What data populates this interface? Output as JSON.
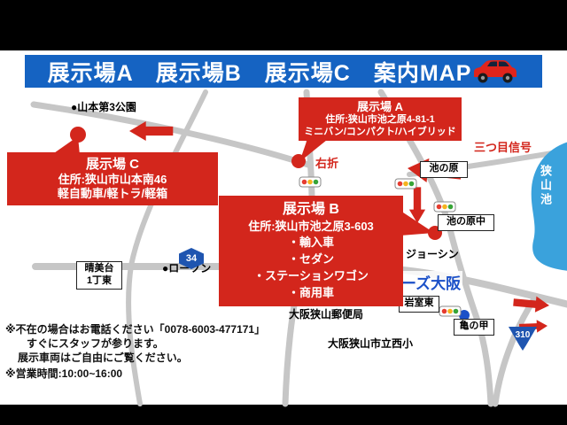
{
  "header": {
    "title": "展示場A　展示場B　展示場C　案内MAP"
  },
  "exhibits": {
    "a": {
      "title": "展示場 A",
      "address": "住所:狭山市池之原4-81-1",
      "vehicles": "ミニバン/コンパクト/ハイブリッド"
    },
    "b": {
      "title": "展示場 B",
      "address": "住所:狭山市池之原3-603",
      "vehicles": [
        "・輸入車",
        "・セダン",
        "・ステーションワゴン",
        "・商用車"
      ]
    },
    "c": {
      "title": "展示場 C",
      "address": "住所:狭山市山本南46",
      "vehicles": "軽自動車/軽トラ/軽箱"
    }
  },
  "map": {
    "labels": {
      "park": "●山本第3公園",
      "mitsume": "三つ目信号",
      "usetsu": "右折",
      "ikenohara": "池の原",
      "ikenohara_naka": "池の原中",
      "joshin": "ジョーシン",
      "harumidai_1": "晴美台",
      "harumidai_2": "1丁東",
      "lawson": "●ローソン",
      "cars_osaka": "カーズ大阪",
      "iwamuro": "岩室東",
      "post_office": "大阪狭山郵便局",
      "kamenoko": "亀の甲",
      "nishi_sho": "大阪狭山市立西小",
      "lake": "狭山池"
    },
    "route_signs": {
      "r34": "34",
      "r310": "310"
    }
  },
  "notes": {
    "line1": "※不在の場合はお電話ください「0078-6003-477171」",
    "line2": "すぐにスタッフが参ります。",
    "line3": "展示車両はご自由にご覧ください。",
    "line4": "※営業時間:10:00~16:00"
  },
  "colors": {
    "header_bg": "#1563c2",
    "accent_red": "#d3261c",
    "road_gray": "#c6c6c6",
    "lake_blue": "#3aa2dc",
    "route_blue": "#1f55b0",
    "shop_blue": "#1b50c8"
  }
}
